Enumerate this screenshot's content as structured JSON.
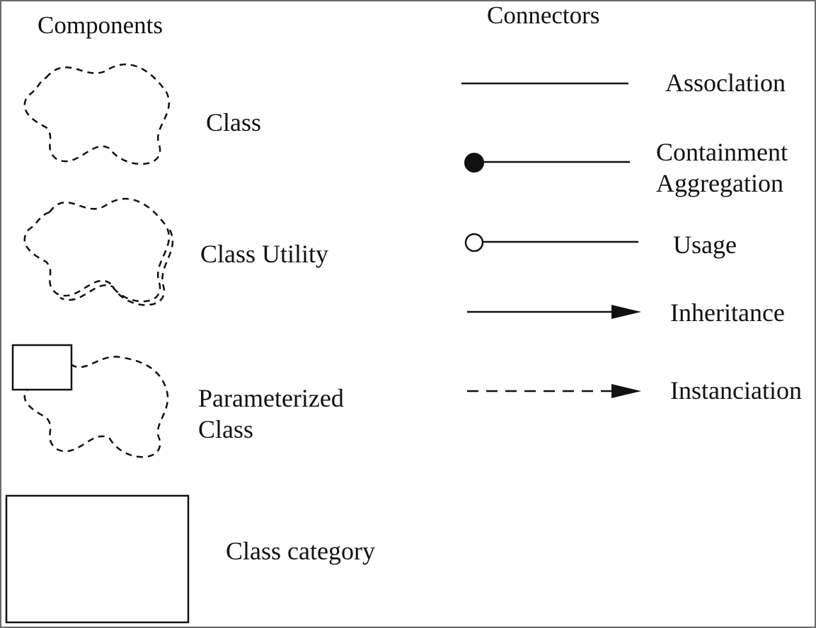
{
  "headers": {
    "components": "Components",
    "connectors": "Connectors"
  },
  "components": [
    {
      "label": "Class",
      "symbol": "dashed-cloud"
    },
    {
      "label": "Class Utility",
      "symbol": "dashed-cloud-double-edge"
    },
    {
      "label_line1": "Parameterized",
      "label_line2": "Class",
      "symbol": "dashed-cloud-with-rectangle"
    },
    {
      "label": "Class category",
      "symbol": "rectangle"
    }
  ],
  "connectors": [
    {
      "label": "Assoclation",
      "symbol": "plain-line"
    },
    {
      "label_line1": "Containment",
      "label_line2": "Aggregation",
      "symbol": "line-filled-circle"
    },
    {
      "label": "Usage",
      "symbol": "line-open-circle"
    },
    {
      "label": "Inheritance",
      "symbol": "line-arrow"
    },
    {
      "label": "Instanciation",
      "symbol": "dashed-line-arrow"
    }
  ],
  "colors": {
    "ink": "#111111",
    "frame": "#6a6a6a",
    "background": "#ffffff"
  }
}
